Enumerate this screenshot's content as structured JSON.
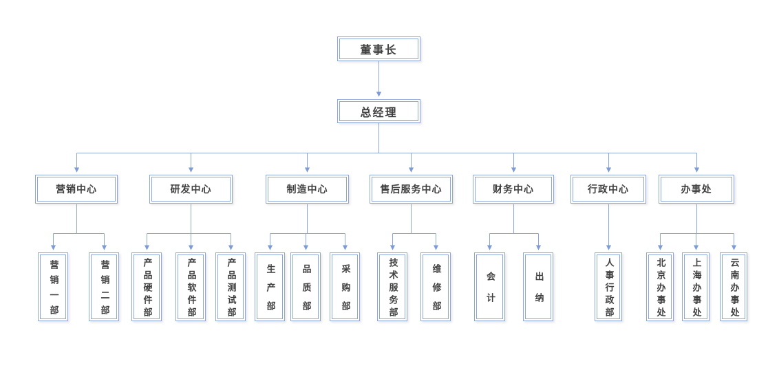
{
  "org": {
    "chairman": "董事长",
    "general_manager": "总经理",
    "centers": [
      {
        "label": "营销中心",
        "children": [
          "营销一部",
          "营销二部"
        ]
      },
      {
        "label": "研发中心",
        "children": [
          "产品硬件部",
          "产品软件部",
          "产品测试部"
        ]
      },
      {
        "label": "制造中心",
        "children": [
          "生产部",
          "品质部",
          "采购部"
        ]
      },
      {
        "label": "售后服务中心",
        "children": [
          "技术服务部",
          "维修部"
        ]
      },
      {
        "label": "财务中心",
        "children": [
          "会计",
          "出纳"
        ]
      },
      {
        "label": "行政中心",
        "children": [
          "人事行政部"
        ]
      },
      {
        "label": "办事处",
        "children": [
          "北京办事处",
          "上海办事处",
          "云南办事处"
        ]
      }
    ],
    "colors": {
      "line": "#8CA6DA",
      "arrow": "#7E9CD3",
      "text": "#404040",
      "background": "#FFFFFF"
    }
  }
}
